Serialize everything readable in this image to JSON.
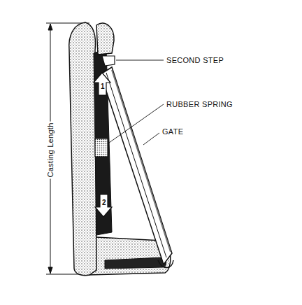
{
  "diagram": {
    "labels": [
      "SECOND STEP",
      "RUBBER SPRING",
      "GATE",
      "Casting Length",
      "1",
      "2"
    ]
  }
}
